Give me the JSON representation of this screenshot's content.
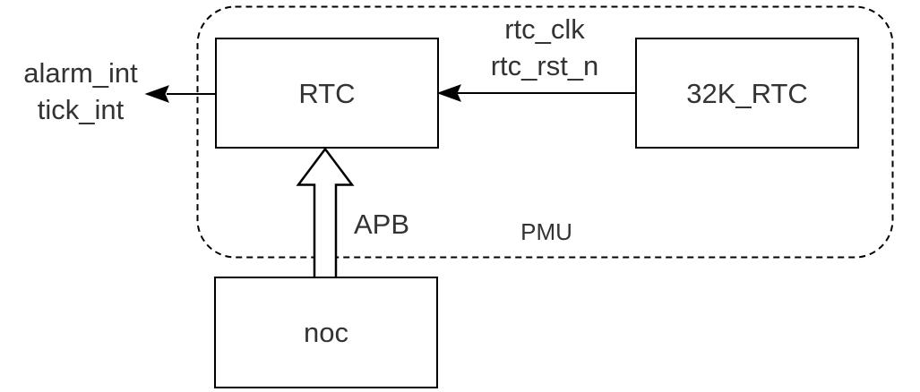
{
  "diagram": {
    "type": "block-diagram",
    "container": {
      "label": "PMU"
    },
    "blocks": {
      "rtc": {
        "label": "RTC"
      },
      "rtc_32k": {
        "label": "32K_RTC"
      },
      "noc": {
        "label": "noc"
      }
    },
    "signals": {
      "alarm_int": {
        "label": "alarm_int"
      },
      "tick_int": {
        "label": "tick_int"
      },
      "rtc_clk": {
        "label": "rtc_clk"
      },
      "rtc_rst_n": {
        "label": "rtc_rst_n"
      },
      "apb": {
        "label": "APB"
      }
    },
    "colors": {
      "stroke": "#000000",
      "text": "#333333",
      "background": "#ffffff"
    }
  }
}
